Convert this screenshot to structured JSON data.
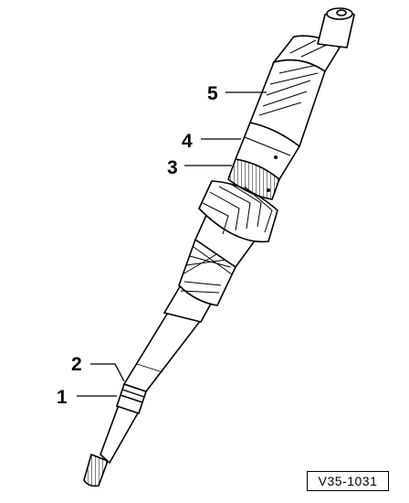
{
  "callouts": [
    {
      "label": "1"
    },
    {
      "label": "2"
    },
    {
      "label": "3"
    },
    {
      "label": "4"
    },
    {
      "label": "5"
    }
  ],
  "figure_reference": "V35-1031",
  "colors": {
    "ink": "#000000",
    "paper": "#ffffff"
  }
}
